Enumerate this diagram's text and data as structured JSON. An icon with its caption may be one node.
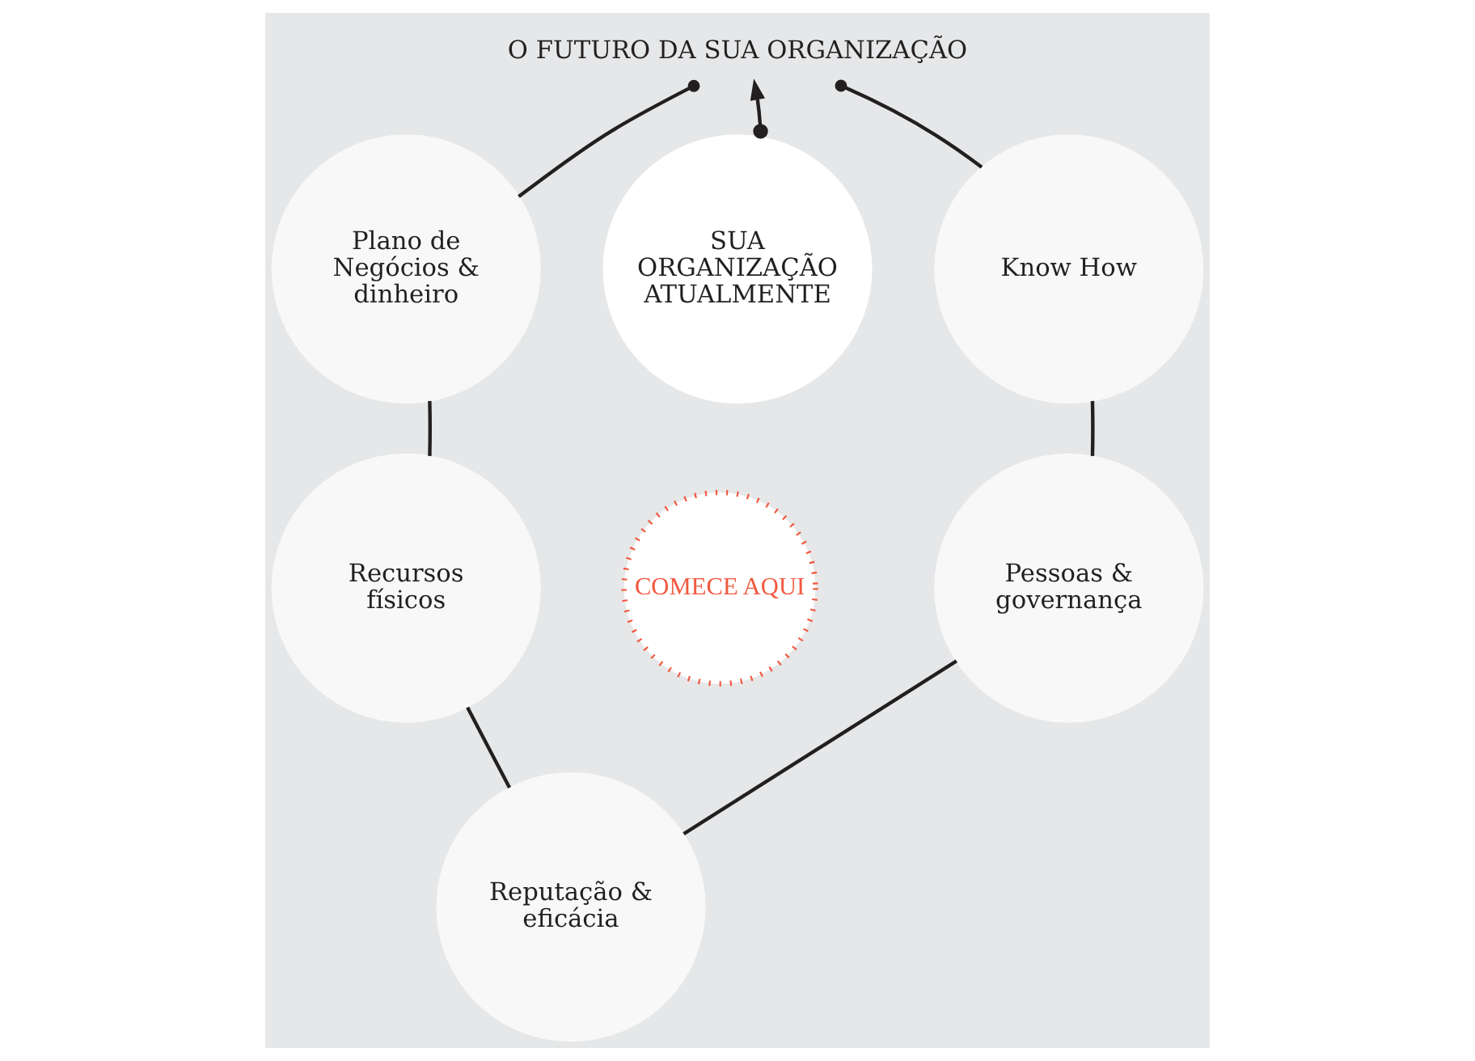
{
  "diagram": {
    "nodes": [
      {
        "text": [
          "O FUTURO DA SUA ORGANIZAÇÃO"
        ]
      },
      {
        "text": [
          "Plano de Negócios & dinheiro"
        ]
      },
      {
        "text": [
          "Know How"
        ]
      },
      {
        "text": [
          "SUA ORGANIZAÇÃO ATUALMENTE"
        ]
      },
      {
        "text": [
          "COMECE AQUI"
        ]
      },
      {
        "text": [
          "Recursos físicos"
        ]
      },
      {
        "text": [
          "Pessoas & governança"
        ]
      },
      {
        "text": [
          "Reputação & eficácia"
        ]
      }
    ],
    "edges": [
      {
        "from": 3,
        "to": 0,
        "arrow": "to"
      },
      {
        "from": 1,
        "to": 0,
        "arrow": "other"
      },
      {
        "from": 2,
        "to": 0,
        "arrow": "other"
      },
      {
        "from": 1,
        "to": 5,
        "arrow": "none"
      },
      {
        "from": 5,
        "to": 7,
        "arrow": "none"
      },
      {
        "from": 7,
        "to": 6,
        "arrow": "none"
      },
      {
        "from": 6,
        "to": 2,
        "arrow": "none"
      }
    ]
  }
}
